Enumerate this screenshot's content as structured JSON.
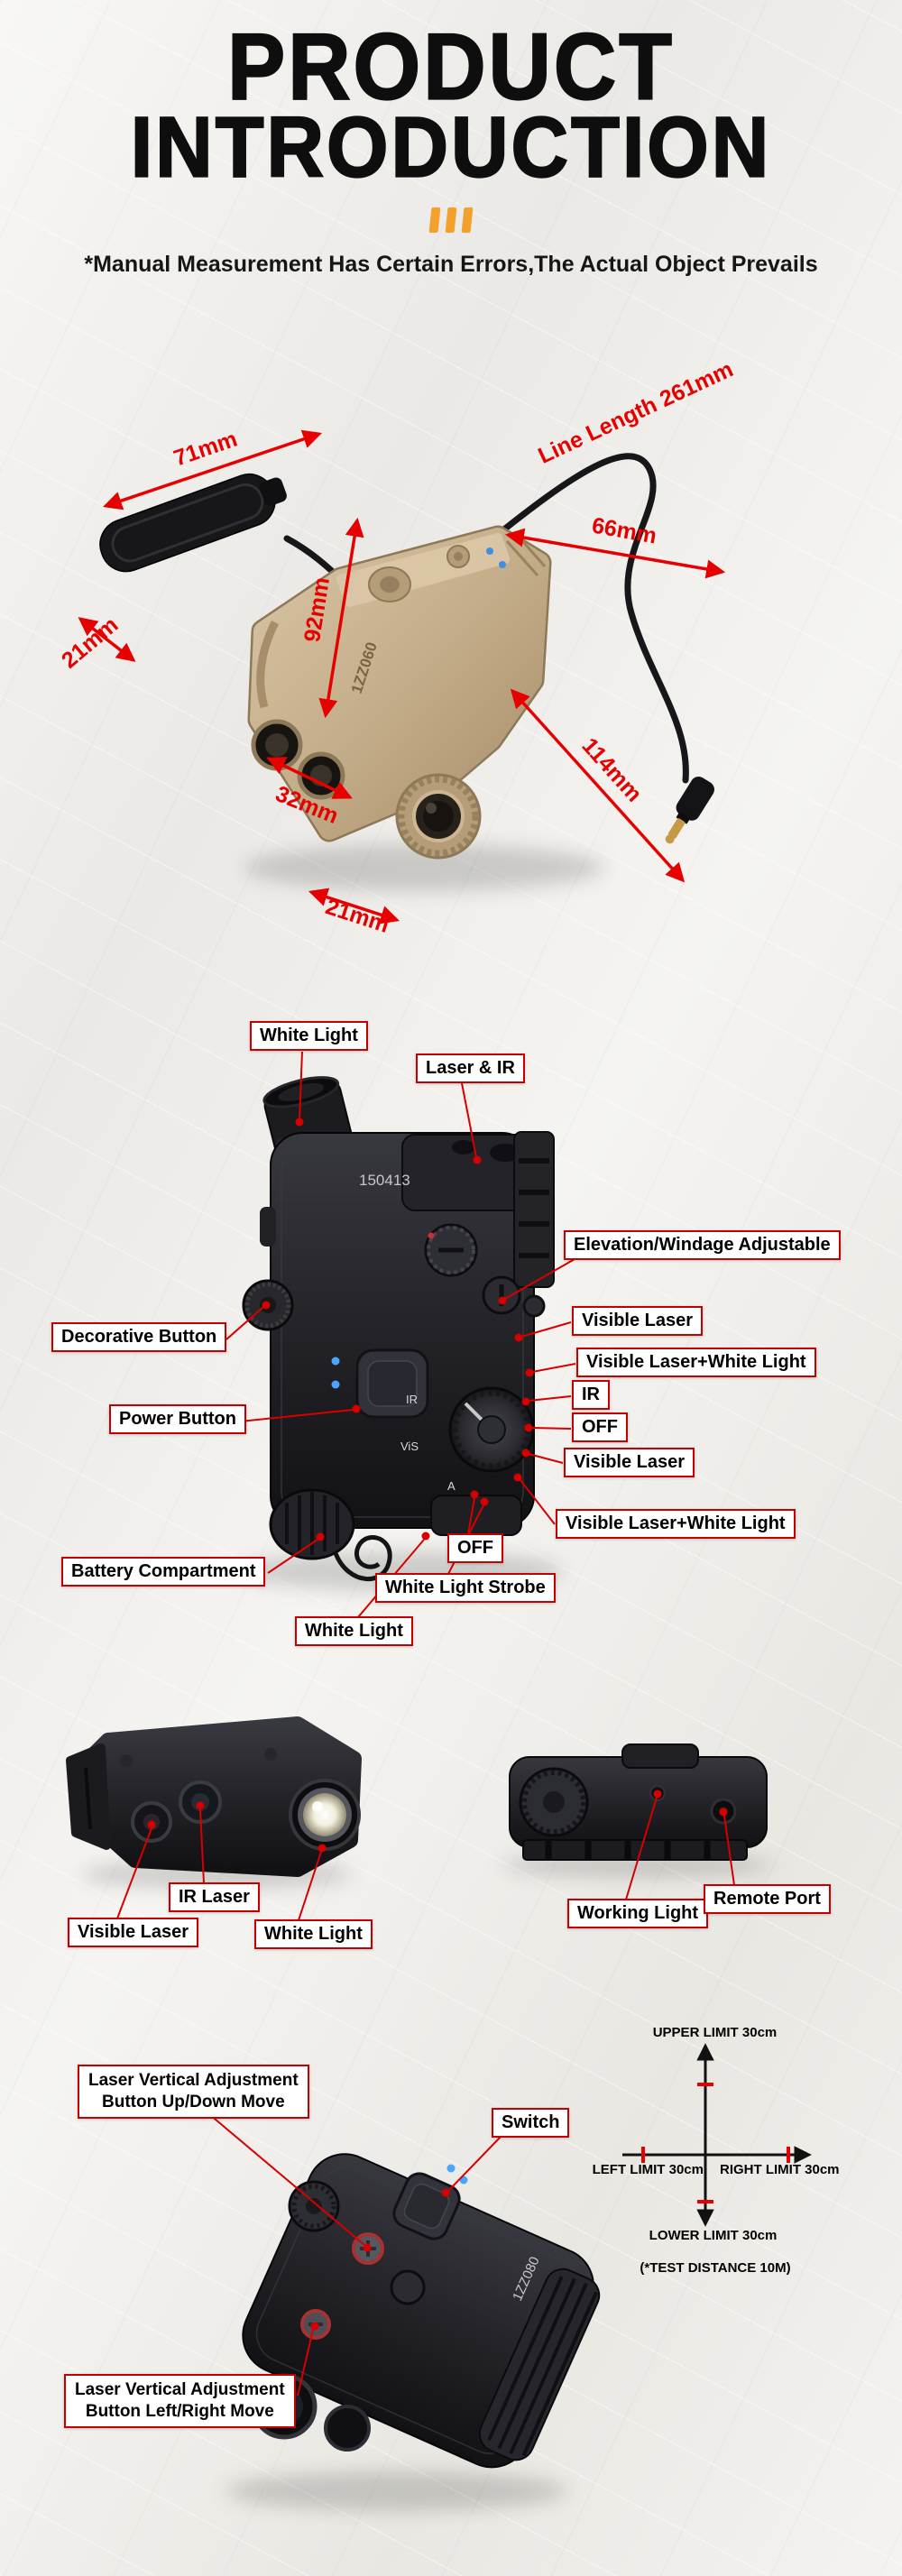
{
  "header": {
    "title_line1": "PRODUCT",
    "title_line2": "INTRODUCTION",
    "disclaimer": "*Manual Measurement Has Certain Errors,The Actual Object Prevails"
  },
  "colors": {
    "accent_red": "#e60000",
    "divider_orange": "#f2a12c",
    "callout_border_red": "#c40000",
    "device_tan": "#c4ad8a",
    "device_black": "#232328"
  },
  "dimension_section": {
    "serial": "1ZZ060",
    "labels": {
      "pad_length": "71mm",
      "pad_width": "21mm",
      "body_height": "92mm",
      "body_width": "66mm",
      "cable_length": "Line Length 261mm",
      "lens_gap": "32mm",
      "lens_diameter": "21mm",
      "body_length": "114mm"
    }
  },
  "rear_view": {
    "serial": "150413",
    "markings": {
      "ir": "IR",
      "vis": "ViS",
      "a": "A"
    },
    "labels": {
      "white_light_top": "White Light",
      "laser_ir": "Laser & IR",
      "elevation": "Elevation/Windage Adjustable",
      "decorative_button": "Decorative Button",
      "visible_laser_a": "Visible Laser",
      "visible_laser_white_a": "Visible Laser+White Light",
      "ir": "IR",
      "power_button": "Power Button",
      "off_a": "OFF",
      "visible_laser_b": "Visible Laser",
      "visible_laser_white_b": "Visible Laser+White Light",
      "battery": "Battery Compartment",
      "off_b": "OFF",
      "white_light_strobe": "White Light Strobe",
      "white_light_bottom": "White Light"
    }
  },
  "bottom_views": {
    "labels": {
      "ir_laser": "IR Laser",
      "visible_laser": "Visible Laser",
      "white_light": "White Light",
      "working_light": "Working Light",
      "remote_port": "Remote Port"
    }
  },
  "adjustment_view": {
    "serial": "1ZZ080",
    "labels": {
      "updown_line1": "Laser Vertical Adjustment",
      "updown_line2": "Button Up/Down Move",
      "switch": "Switch",
      "leftright_line1": "Laser Vertical Adjustment",
      "leftright_line2": "Button Left/Right Move"
    },
    "limits": {
      "upper": "UPPER LIMIT 30cm",
      "left": "LEFT LIMIT 30cm",
      "right": "RIGHT LIMIT 30cm",
      "lower": "LOWER LIMIT 30cm",
      "note": "(*TEST DISTANCE 10M)"
    }
  }
}
